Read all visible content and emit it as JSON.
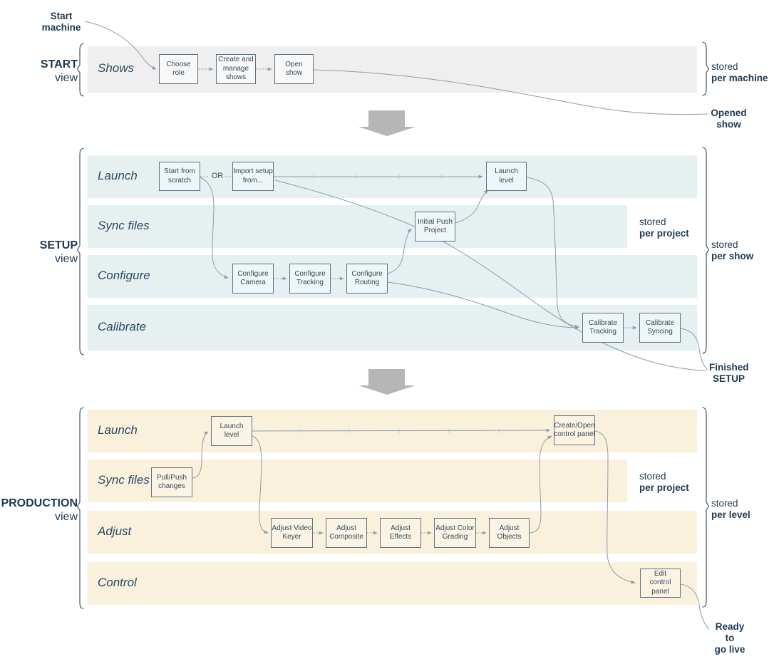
{
  "annotations": {
    "start_machine": "Start\nmachine",
    "opened_show": "Opened\nshow",
    "finished_setup": "Finished\nSETUP",
    "ready_to_go_live": "Ready to\ngo live"
  },
  "sections": {
    "start": {
      "title": "START",
      "view": "view",
      "stored": "stored",
      "scope": "per machine",
      "rows": {
        "shows": {
          "label": "Shows",
          "boxes": {
            "choose_role": "Choose\nrole",
            "create_manage_shows": "Create and\nmanage\nshows",
            "open_show": "Open\nshow"
          }
        }
      }
    },
    "setup": {
      "title": "SETUP",
      "view": "view",
      "stored": "stored",
      "scope": "per show",
      "rows": {
        "launch": {
          "label": "Launch",
          "or": "OR",
          "boxes": {
            "start_from_scratch": "Start from\nscratch",
            "import_setup_from": "Import setup\nfrom...",
            "launch_level": "Launch\nlevel"
          }
        },
        "sync_files": {
          "label": "Sync files",
          "stored": "stored",
          "scope": "per project",
          "boxes": {
            "initial_push_project": "Initial Push\nProject"
          }
        },
        "configure": {
          "label": "Configure",
          "boxes": {
            "configure_camera": "Configure\nCamera",
            "configure_tracking": "Configure\nTracking",
            "configure_routing": "Configure\nRouting"
          }
        },
        "calibrate": {
          "label": "Calibrate",
          "boxes": {
            "calibrate_tracking": "Calibrate\nTracking",
            "calibrate_syncing": "Calibrate\nSyncing"
          }
        }
      }
    },
    "production": {
      "title": "PRODUCTION",
      "view": "view",
      "stored": "stored",
      "scope": "per level",
      "rows": {
        "launch": {
          "label": "Launch",
          "boxes": {
            "launch_level": "Launch\nlevel",
            "create_open_control_panel": "Create/Open\ncontrol panel"
          }
        },
        "sync_files": {
          "label": "Sync files",
          "stored": "stored",
          "scope": "per project",
          "boxes": {
            "pull_push_changes": "Pull/Push\nchanges"
          }
        },
        "adjust": {
          "label": "Adjust",
          "boxes": {
            "adjust_video_keyer": "Adjust Video\nKeyer",
            "adjust_composite": "Adjust\nComposite",
            "adjust_effects": "Adjust\nEffects",
            "adjust_color_grading": "Adjust Color\nGrading",
            "adjust_objects": "Adjust\nObjects"
          }
        },
        "control": {
          "label": "Control",
          "boxes": {
            "edit_control_panel": "Edit\ncontrol panel"
          }
        }
      }
    }
  },
  "colors": {
    "start_band": "#efefef",
    "setup_band": "#e7f0f1",
    "production_band": "#faf1dc",
    "box_border": "#5f7487",
    "connector_line": "#8d9ca9",
    "dark_text": "#1d3a52",
    "section_arrow": "#b6b6b6"
  }
}
